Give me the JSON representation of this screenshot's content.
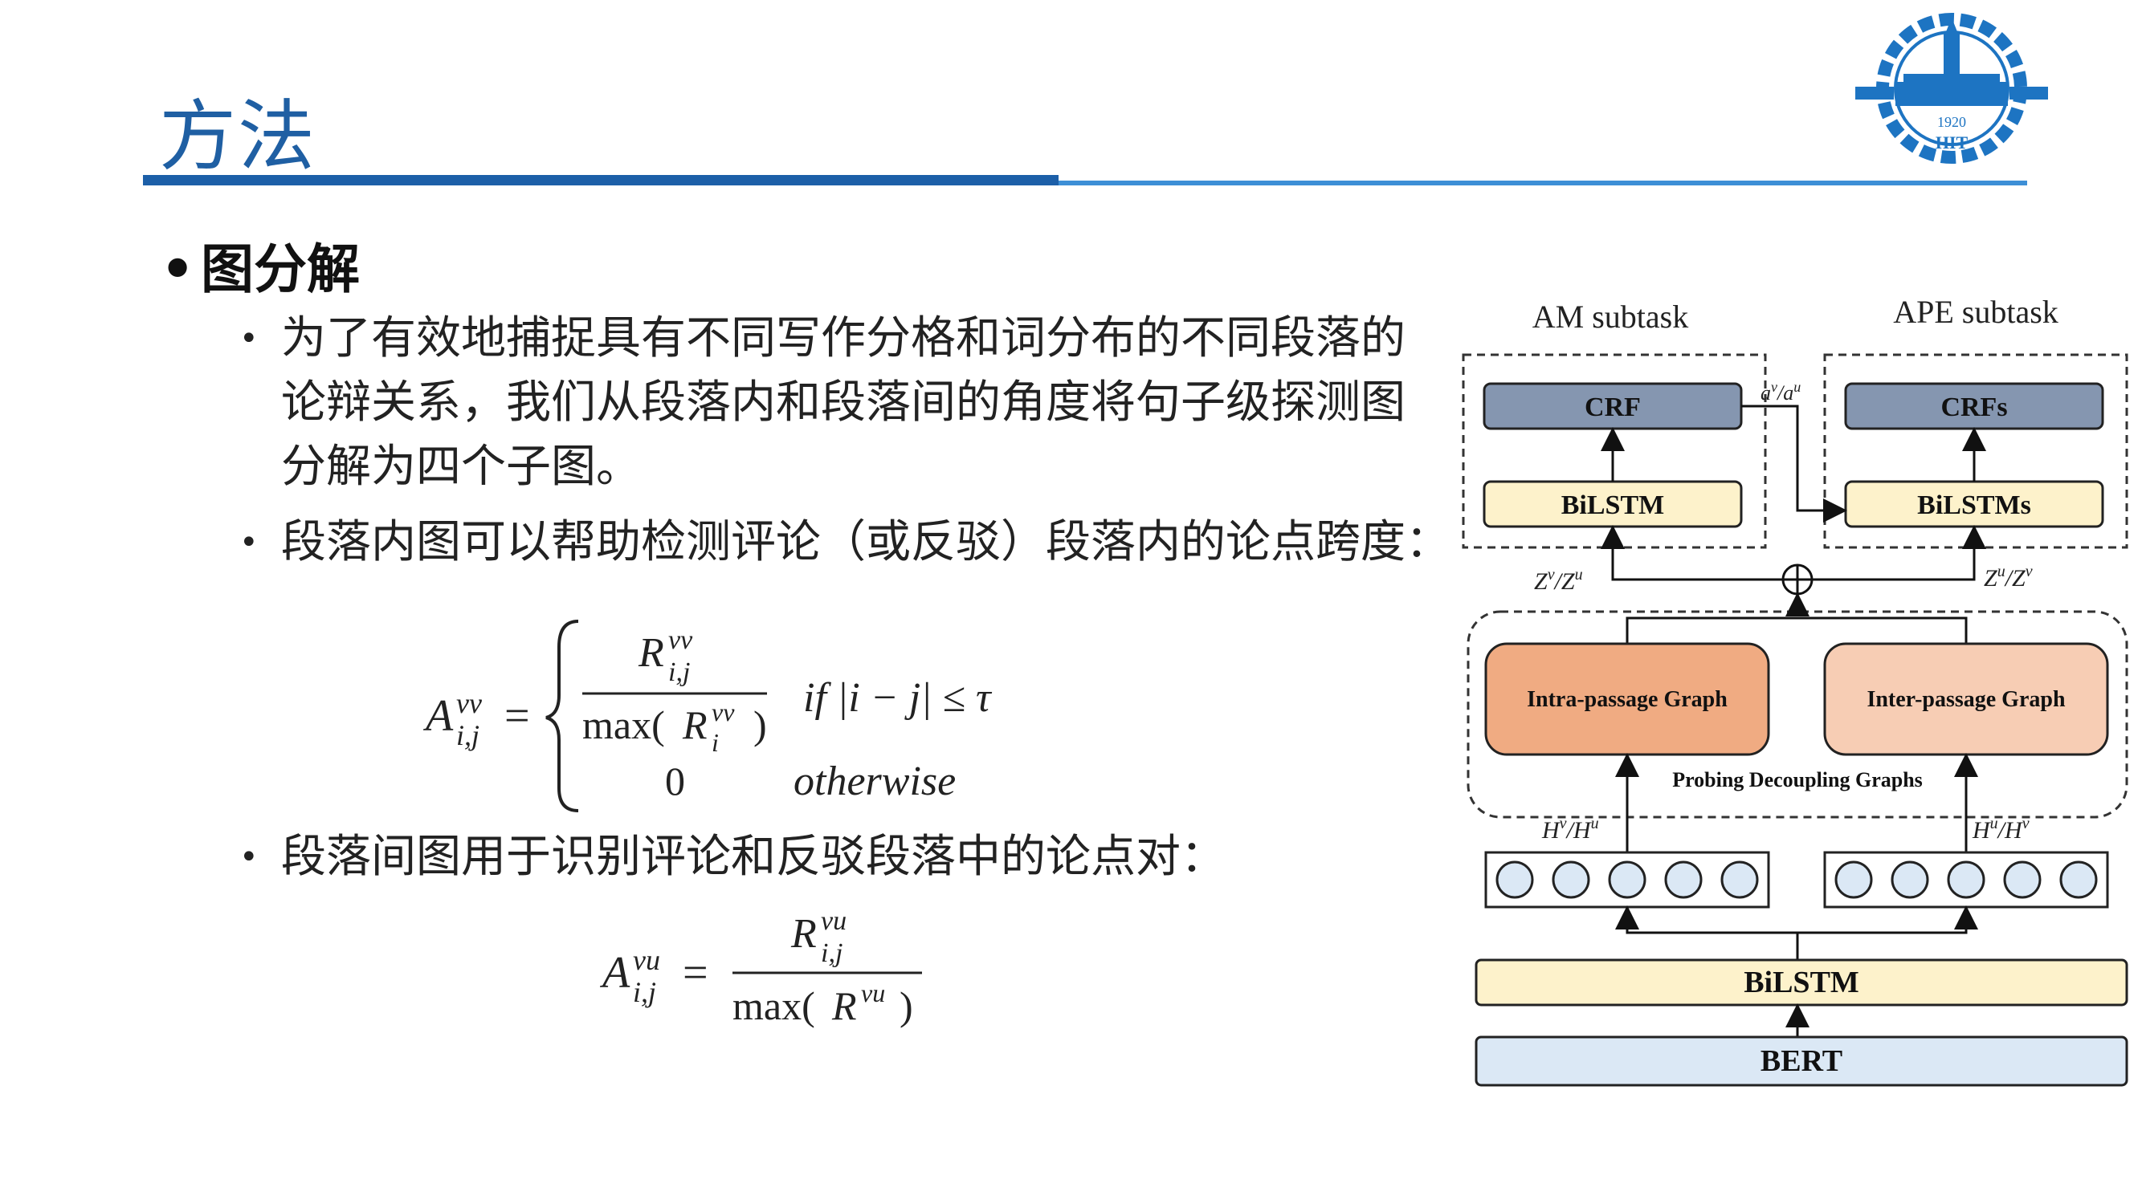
{
  "slide": {
    "title": "方法",
    "section_heading": "图分解",
    "bullets": [
      "为了有效地捕捉具有不同写作分格和词分布的不同段落的",
      "论辩关系，我们从段落内和段落间的角度将句子级探测图",
      "分解为四个子图。",
      "段落内图可以帮助检测评论（或反驳）段落内的论点跨度：",
      "段落间图用于识别评论和反驳段落中的论点对："
    ],
    "bullet_symbol": "•"
  },
  "logo": {
    "year": "1920",
    "letters": "HIT",
    "colors": {
      "primary": "#1d74c2"
    }
  },
  "formula1": {
    "lhs_base": "A",
    "lhs_sup": "vv",
    "lhs_sub": "i,j",
    "eq": "=",
    "num_base": "R",
    "num_sup": "vv",
    "num_sub": "i,j",
    "den_text": "max(",
    "den_base": "R",
    "den_sup": "vv",
    "den_sub": "i",
    "den_close": ")",
    "cond1": "if |i − j| ≤ τ",
    "zero": "0",
    "cond2": "otherwise"
  },
  "formula2": {
    "lhs_base": "A",
    "lhs_sup": "vu",
    "lhs_sub": "i,j",
    "eq": "=",
    "num_base": "R",
    "num_sup": "vu",
    "num_sub": "i,j",
    "den_text": "max(",
    "den_base": "R",
    "den_sup": "vu",
    "den_close": ")"
  },
  "diagram": {
    "am_label": "AM subtask",
    "ape_label": "APE subtask",
    "crf": "CRF",
    "crfs": "CRFs",
    "bilstm_small": "BiLSTM",
    "bilstms": "BiLSTMs",
    "av_au": "a",
    "av_au_sup1": "v",
    "av_au_sup2": "u",
    "zv_zu": "Z",
    "zv_zu_sup1": "v",
    "zv_zu_sup2": "u",
    "zu_zv": "Z",
    "zu_zv_sup1": "u",
    "zu_zv_sup2": "v",
    "intra": "Intra-passage Graph",
    "inter": "Inter-passage Graph",
    "probing": "Probing Decoupling Graphs",
    "hv_hu": "H",
    "hv_hu_sup1": "v",
    "hv_hu_sup2": "u",
    "hu_hv": "H",
    "hu_hv_sup1": "u",
    "hu_hv_sup2": "v",
    "bilstm_big": "BiLSTM",
    "bert": "BERT",
    "colors": {
      "crf_fill": "#8596b0",
      "bilstm_fill": "#fdf2cb",
      "intra_fill": "#f0ab82",
      "inter_fill": "#f7cdb4",
      "node_fill": "#dbe8f5",
      "bert_fill": "#dbe8f5"
    }
  }
}
